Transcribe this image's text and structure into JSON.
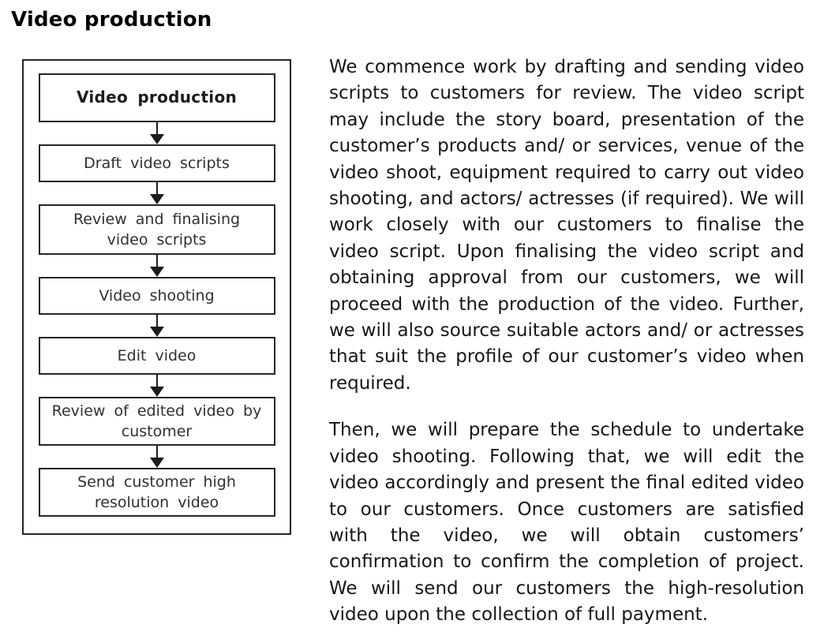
{
  "page": {
    "title": "Video production"
  },
  "flowchart": {
    "steps": [
      {
        "label": "Video production",
        "bold": true
      },
      {
        "label": "Draft video scripts",
        "bold": false
      },
      {
        "label": "Review and finalising video scripts",
        "bold": false
      },
      {
        "label": "Video shooting",
        "bold": false
      },
      {
        "label": "Edit video",
        "bold": false
      },
      {
        "label": "Review of edited video by customer",
        "bold": false
      },
      {
        "label": "Send customer high resolution video",
        "bold": false
      }
    ],
    "connector_icon": "down-arrow-icon"
  },
  "body": {
    "paragraphs": [
      "We commence work by drafting and sending video scripts to customers for review. The video script may include the story board, presentation of the customer’s products and/ or services, venue of the video shoot, equipment required to carry out video shooting, and actors/ actresses (if required). We will work closely with our customers to finalise the video script. Upon finalising the video script and obtaining approval from our customers, we will proceed with the production of the video. Further, we will also source suitable actors and/ or actresses that suit the profile of our customer’s video when required.",
      "Then, we will prepare the schedule to undertake video shooting. Following that, we will edit the video accordingly and present the final edited video to our customers. Once customers are satisfied with the video, we will obtain customers’ confirmation to confirm the completion of project. We will send our customers the high-resolution video upon the collection of full payment."
    ]
  },
  "colors": {
    "background": "#ffffff",
    "ink": "#161616",
    "border": "#262626",
    "flow_label": "#303030"
  }
}
